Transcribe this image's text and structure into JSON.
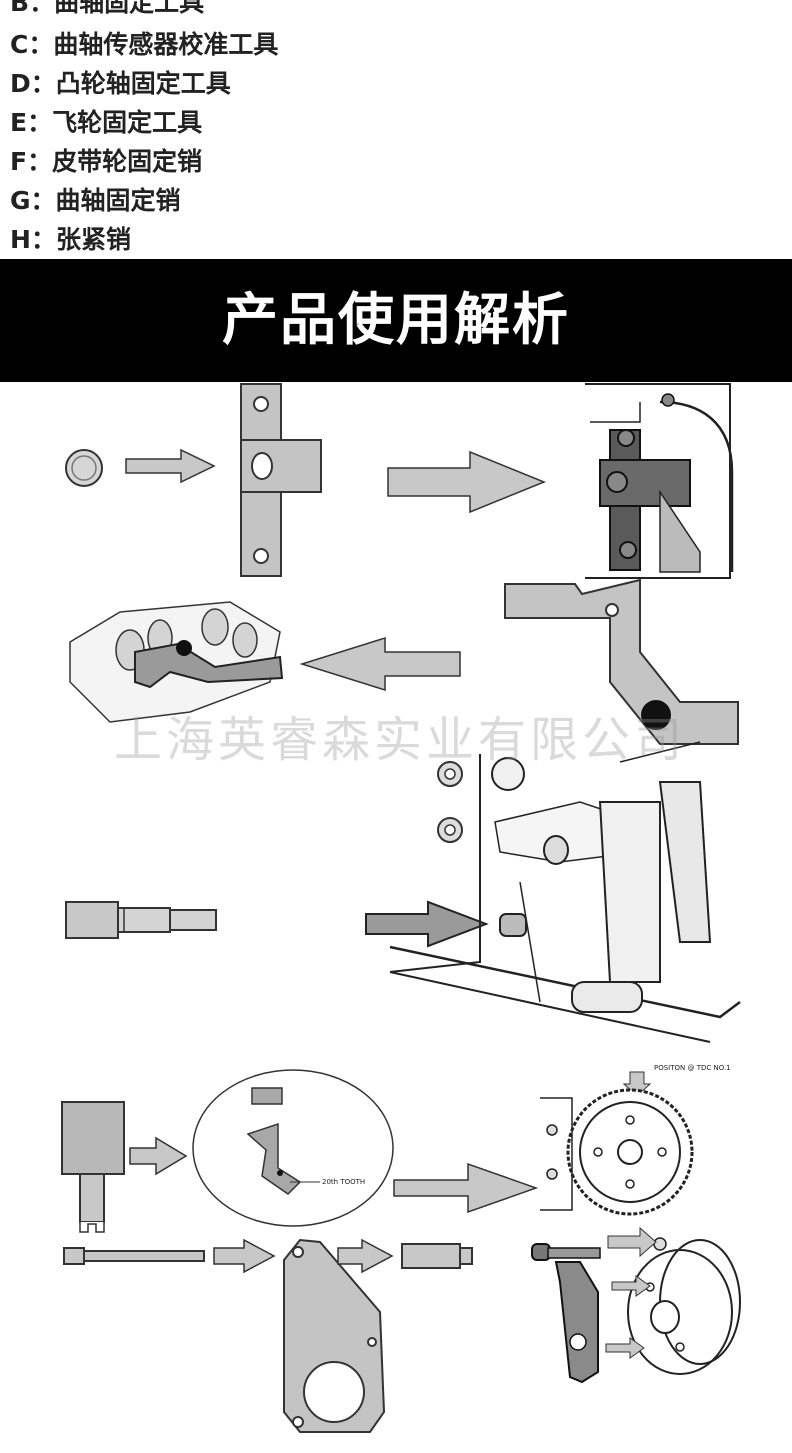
{
  "parts_list": [
    {
      "letter": "B",
      "label": "曲轴固定工具"
    },
    {
      "letter": "C",
      "label": "曲轴传感器校准工具"
    },
    {
      "letter": "D",
      "label": "凸轮轴固定工具"
    },
    {
      "letter": "E",
      "label": "飞轮固定工具"
    },
    {
      "letter": "F",
      "label": "皮带轮固定销"
    },
    {
      "letter": "G",
      "label": "曲轴固定销"
    },
    {
      "letter": "H",
      "label": "张紧销"
    }
  ],
  "separator": "：",
  "banner": {
    "title": "产品使用解析"
  },
  "watermark": "上海英睿森实业有限公司",
  "diagram_labels": {
    "tooth_label": "20th TOOTH",
    "tdc_label": "POSITON @ TDC NO.1"
  },
  "colors": {
    "banner_bg": "#000000",
    "banner_text": "#ffffff",
    "tool_fill": "#bdbdbd",
    "line": "#222222"
  }
}
